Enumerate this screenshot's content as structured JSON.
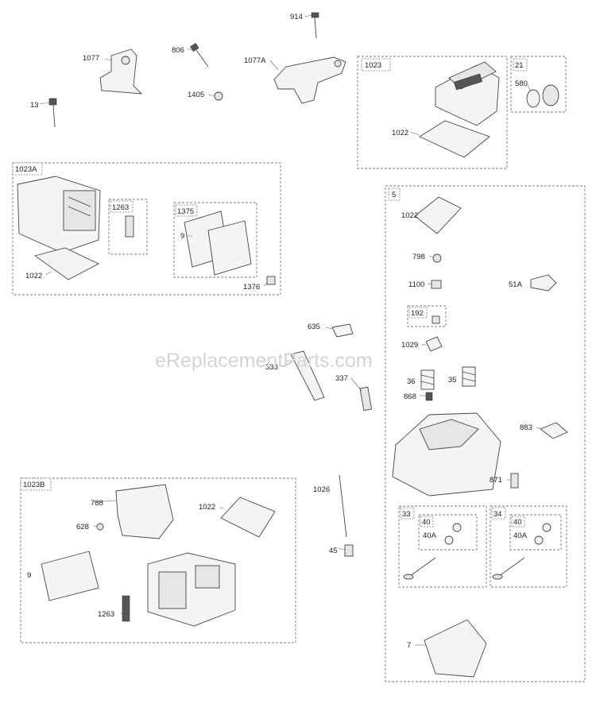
{
  "watermark": "eReplacementParts.com",
  "groups": {
    "g1023": "1023",
    "g21": "21",
    "g1023A": "1023A",
    "g1263": "1263",
    "g1375": "1375",
    "g5": "5",
    "g192": "192",
    "g1023B": "1023B",
    "g33": "33",
    "g34": "34",
    "g40a": "40",
    "g40b": "40"
  },
  "labels": {
    "p914": "914",
    "p806": "806",
    "p1077": "1077",
    "p1077A": "1077A",
    "p13": "13",
    "p1405": "1405",
    "p580": "580",
    "p1022a": "1022",
    "p1022b": "1022",
    "p9a": "9",
    "p1022c": "1022",
    "p1376": "1376",
    "p798": "798",
    "p1100": "1100",
    "p51A": "51A",
    "p635": "635",
    "p1029": "1029",
    "p333": "333",
    "p337": "337",
    "p36": "36",
    "p35": "35",
    "p868": "868",
    "p883": "883",
    "p871": "871",
    "p1026": "1026",
    "p45": "45",
    "p788": "788",
    "p1022d": "1022",
    "p628": "628",
    "p9b": "9",
    "p1263b": "1263",
    "p40Aa": "40A",
    "p40Ab": "40A",
    "p7": "7"
  }
}
